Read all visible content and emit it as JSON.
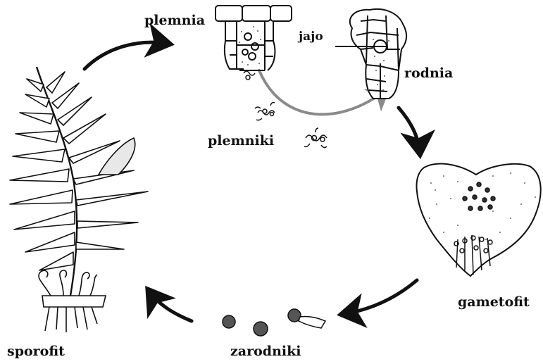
{
  "labels": {
    "plemnia": "plemnia",
    "jajo": "jajo",
    "rodnia": "rodnia",
    "plemniki": "plemniki",
    "gametofit": "gametofit",
    "zarodniki": "zarodniki",
    "sporofit": "sporofit"
  },
  "colors": {
    "ink": "#111111",
    "stipple": "#555555",
    "arrow": "#111111",
    "gray_arrow": "#8a8a8a"
  }
}
